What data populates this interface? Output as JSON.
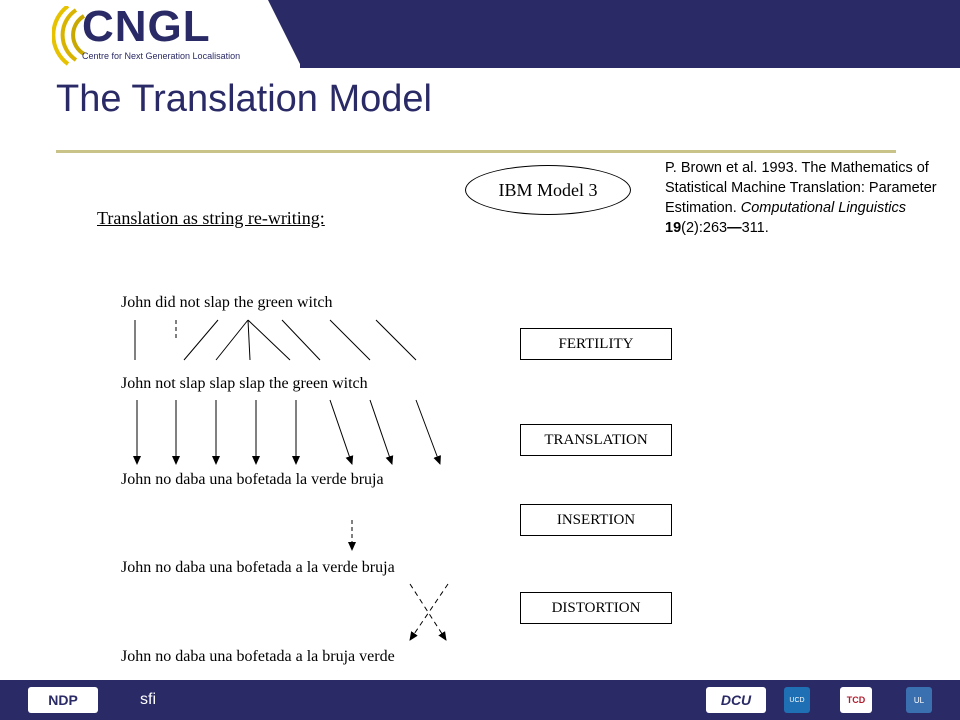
{
  "header": {
    "logo_text": "CNGL",
    "logo_subtitle": "Centre for Next Generation Localisation"
  },
  "slide": {
    "title": "The Translation Model",
    "model_label": "IBM Model 3",
    "subtitle": "Translation as string re-writing:",
    "reference": {
      "line1": "P. Brown et al. 1993. The Mathematics of Statistical Machine Translation: Parameter Estimation.",
      "journal": "Computational Linguistics",
      "volume": "19",
      "issue_pages": "(2):263",
      "dash": "—",
      "end": "311."
    },
    "sentences": [
      "John did not slap the green witch",
      "John not slap slap slap the green witch",
      "John no daba una bofetada la verde bruja",
      "John no daba una bofetada a la verde bruja",
      "John no daba una bofetada a la bruja verde"
    ],
    "steps": [
      "FERTILITY",
      "TRANSLATION",
      "INSERTION",
      "DISTORTION"
    ]
  },
  "footer": {
    "logos": [
      "NDP",
      "sfi",
      "DCU",
      "UCD",
      "TCD",
      "UL"
    ]
  },
  "colors": {
    "navy": "#2a2a66",
    "rule": "#c9c38a",
    "text": "#000000"
  }
}
